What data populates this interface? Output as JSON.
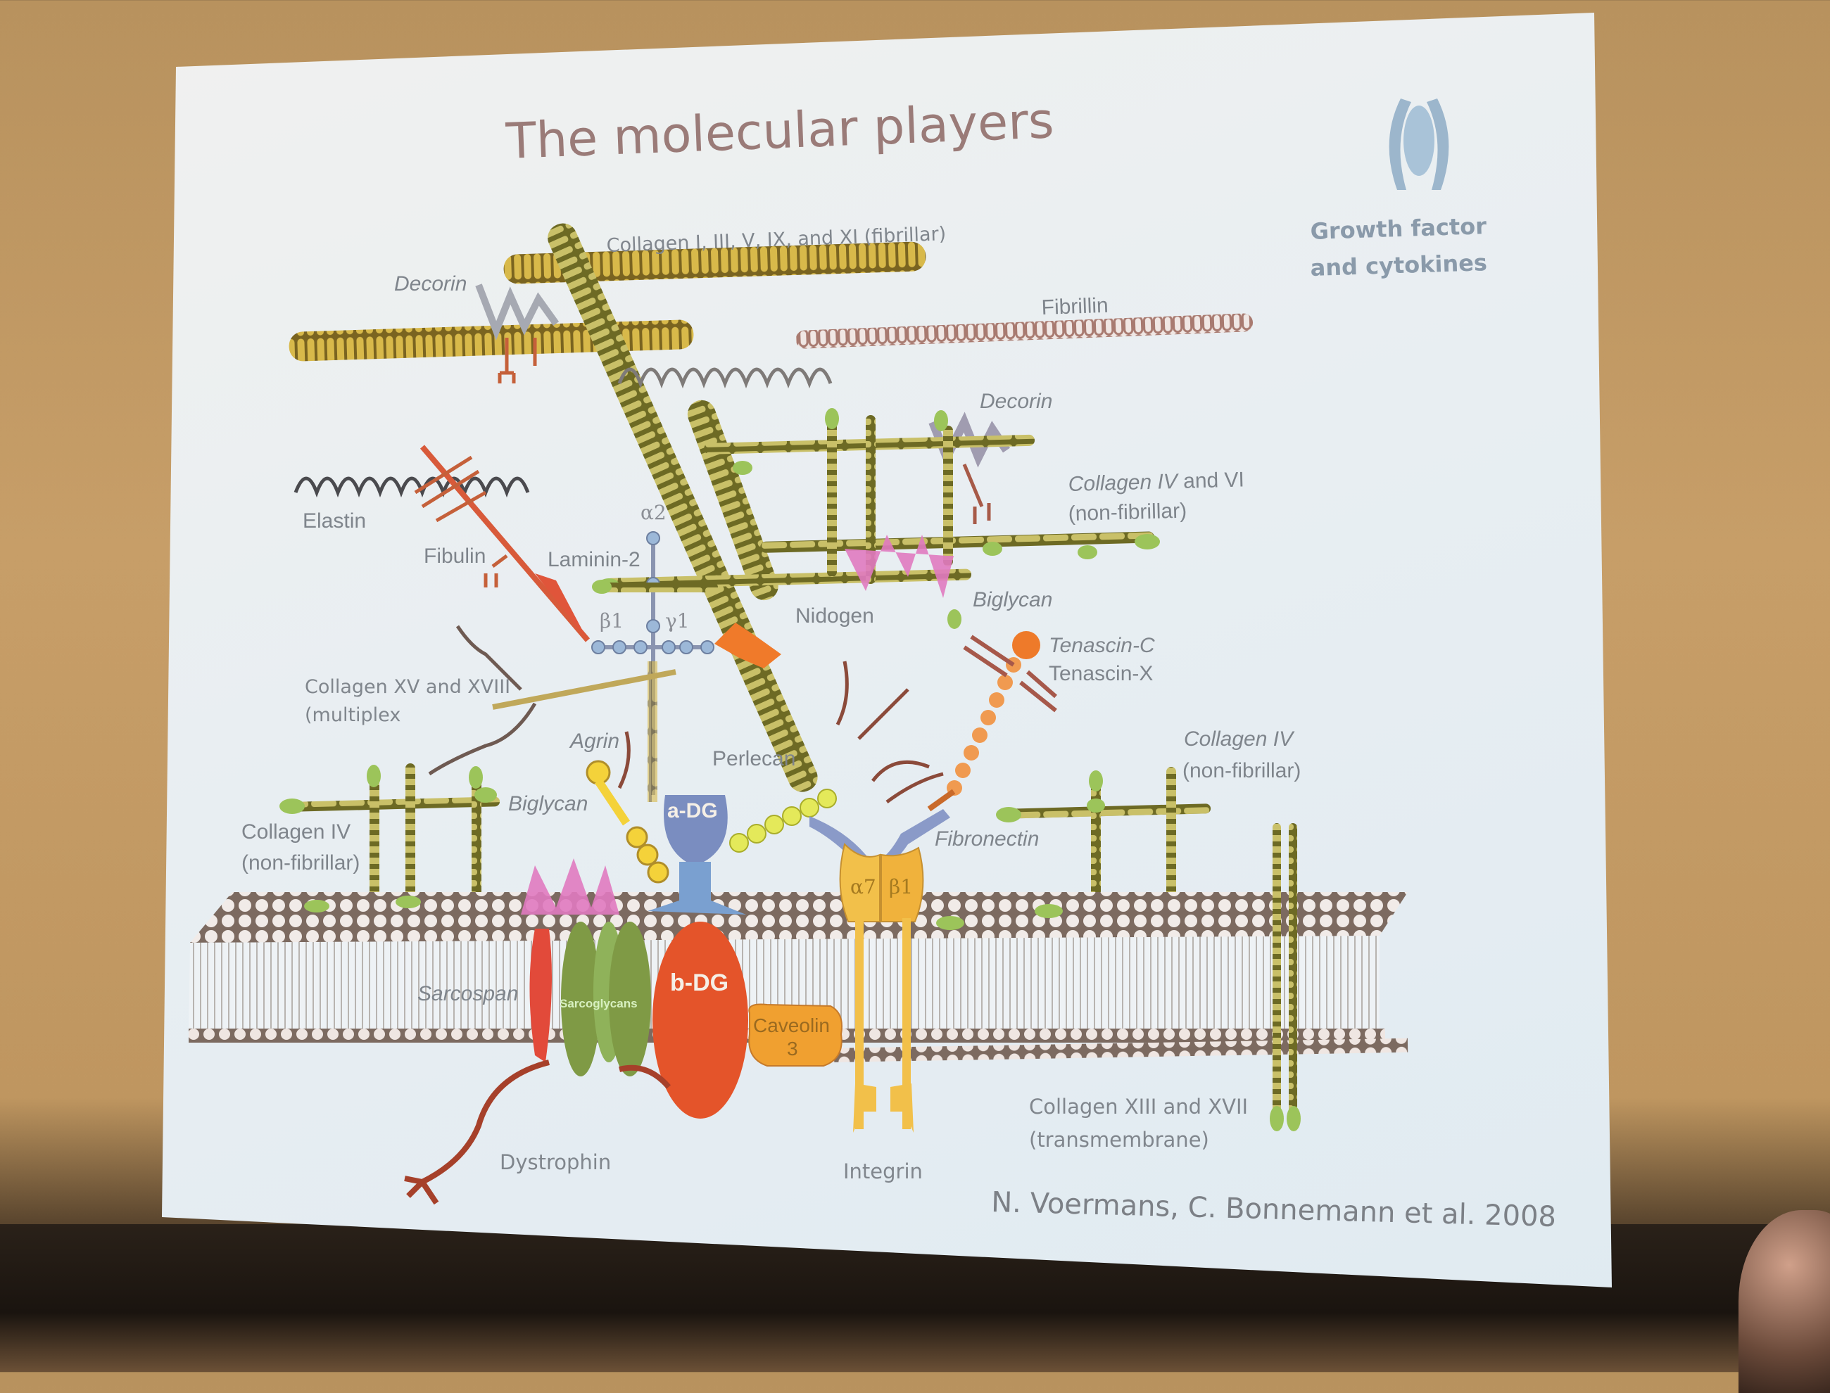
{
  "slide": {
    "title": "The molecular players",
    "legend": {
      "icon": "growth-factor-icon",
      "line1": "Growth factor",
      "line2": "and cytokines",
      "color": "#8fb0cc"
    },
    "citation": "N. Voermans, C. Bonnemann et al. 2008"
  },
  "labels": {
    "collagen_fibrillar": "Collagen I, III, V, IX, and XI (fibrillar)",
    "decorin_top": "Decorin",
    "fibrillin": "Fibrillin",
    "decorin_right": "Decorin",
    "collagen_iv_vi_1": "Collagen IV",
    "collagen_iv_vi_2": " and VI",
    "collagen_iv_vi_3": "(non-fibrillar)",
    "elastin": "Elastin",
    "fibulin": "Fibulin",
    "laminin": "Laminin-2",
    "alpha2": "α2",
    "beta1": "β1",
    "gamma1": "γ1",
    "nidogen": "Nidogen",
    "biglycan_right": "Biglycan",
    "tenascin_c": "Tenascin-C",
    "tenascin_x": "Tenascin-X",
    "collagen_xv_1": "Collagen XV and XVIII",
    "collagen_xv_2": "(multiplex",
    "agrin": "Agrin",
    "perlecan": "Perlecan",
    "collagen_iv_right_1": "Collagen IV",
    "collagen_iv_right_2": "(non-fibrillar)",
    "biglycan_left": "Biglycan",
    "collagen_iv_left_1": "Collagen IV",
    "collagen_iv_left_2": "(non-fibrillar)",
    "a_dg": "a-DG",
    "fibronectin": "Fibronectin",
    "alpha7": "α7",
    "beta1_integrin": "β1",
    "sarcospan": "Sarcospan",
    "sarcoglycans": "Sarcoglycans",
    "b_dg": "b-DG",
    "caveolin_1": "Caveolin",
    "caveolin_2": "3",
    "collagen_xiii_1": "Collagen XIII and XVII",
    "collagen_xiii_2": "(transmembrane)",
    "dystrophin": "Dystrophin",
    "integrin": "Integrin"
  },
  "colors": {
    "fibrillar_collagen": "#c9a93a",
    "fibrillin": "#b98a80",
    "collagen_iv": "#a9a04a",
    "globule_green": "#9cc45a",
    "pink_biglycan": "#e07ac0",
    "orange_tenascin": "#ec8a3a",
    "b_dg": "#e4542a",
    "laminin_blue": "#8fa6c8",
    "integrin_yellow": "#f2c04a",
    "sarcoglycan_green": "#7f9a45"
  }
}
